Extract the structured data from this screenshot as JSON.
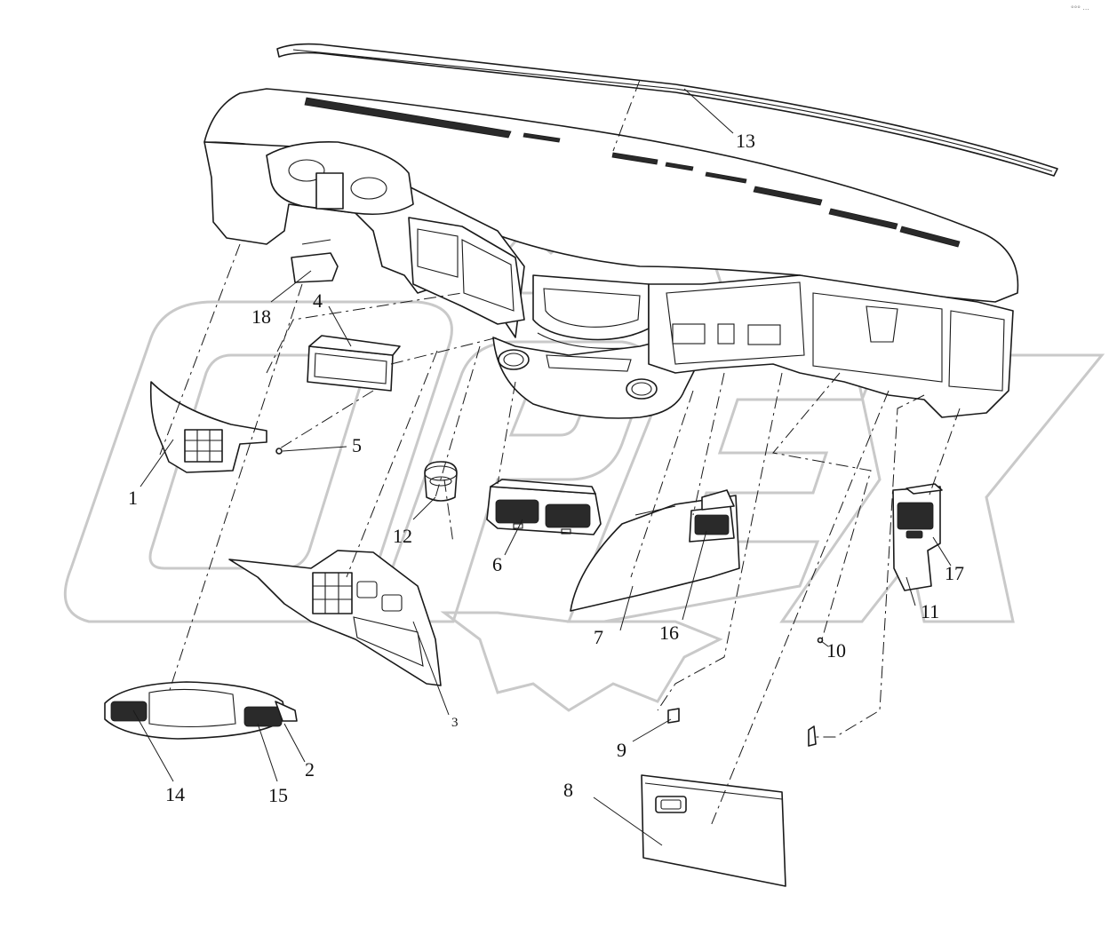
{
  "watermark": {
    "brand": "OPEX"
  },
  "corner_mark": "°°° ∙∙∙",
  "callouts": [
    {
      "id": "1",
      "label": "1"
    },
    {
      "id": "2",
      "label": "2"
    },
    {
      "id": "3",
      "label": "3"
    },
    {
      "id": "4",
      "label": "4"
    },
    {
      "id": "5",
      "label": "5"
    },
    {
      "id": "6",
      "label": "6"
    },
    {
      "id": "7",
      "label": "7"
    },
    {
      "id": "8",
      "label": "8"
    },
    {
      "id": "9",
      "label": "9"
    },
    {
      "id": "10",
      "label": "10"
    },
    {
      "id": "11",
      "label": "11"
    },
    {
      "id": "12",
      "label": "12"
    },
    {
      "id": "13",
      "label": "13"
    },
    {
      "id": "14",
      "label": "14"
    },
    {
      "id": "15",
      "label": "15"
    },
    {
      "id": "16",
      "label": "16"
    },
    {
      "id": "17",
      "label": "17"
    },
    {
      "id": "18",
      "label": "18"
    }
  ]
}
